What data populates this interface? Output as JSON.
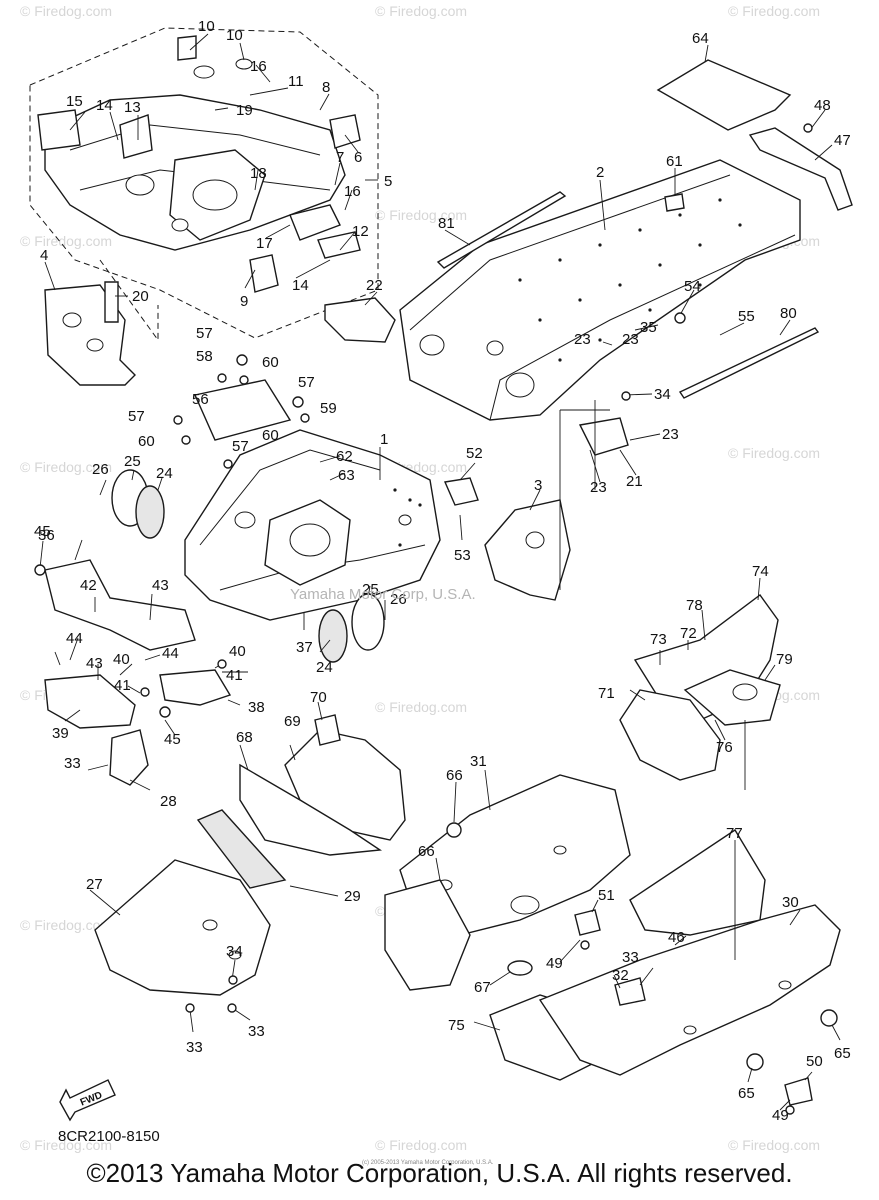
{
  "watermark_text": "© Firedog.com",
  "center_watermark": "Yamaha Motor Corp, U.S.A.",
  "figure_code": "8CR2100-8150",
  "fwd_label": "FWD",
  "copyright": "©2013 Yamaha Motor Corporation, U.S.A. All rights reserved.",
  "fine_print": "(c) 2005-2013 Yamaha Motor Corporation, U.S.A.",
  "callouts": [
    "1",
    "2",
    "3",
    "4",
    "5",
    "6",
    "7",
    "8",
    "9",
    "10",
    "10",
    "11",
    "12",
    "13",
    "14",
    "14",
    "15",
    "16",
    "16",
    "17",
    "18",
    "19",
    "20",
    "21",
    "22",
    "23",
    "23",
    "23",
    "23",
    "24",
    "24",
    "25",
    "25",
    "26",
    "26",
    "27",
    "28",
    "29",
    "30",
    "31",
    "32",
    "33",
    "33",
    "33",
    "33",
    "34",
    "34",
    "35",
    "36",
    "37",
    "38",
    "39",
    "40",
    "40",
    "41",
    "41",
    "42",
    "43",
    "43",
    "44",
    "44",
    "45",
    "45",
    "46",
    "47",
    "48",
    "49",
    "49",
    "50",
    "51",
    "52",
    "53",
    "54",
    "55",
    "56",
    "57",
    "57",
    "57",
    "57",
    "58",
    "59",
    "60",
    "60",
    "60",
    "61",
    "62",
    "63",
    "64",
    "65",
    "65",
    "66",
    "66",
    "67",
    "68",
    "69",
    "70",
    "71",
    "72",
    "73",
    "74",
    "75",
    "76",
    "77",
    "78",
    "79",
    "80",
    "81"
  ]
}
